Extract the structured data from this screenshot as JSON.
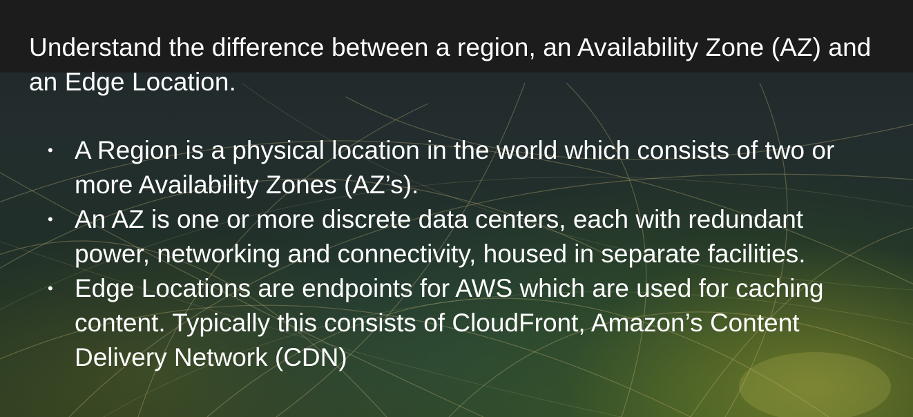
{
  "slide": {
    "title": "Understand the difference between a region, an Availability Zone (AZ) and an Edge Location.",
    "bullets": [
      {
        "text": "A Region is a physical location in the world which consists of two or more Availability Zones (AZ’s)."
      },
      {
        "text": "An AZ is one or more discrete data centers, each with redundant power, networking and connectivity, housed in separate facilities."
      },
      {
        "text": "Edge Locations are endpoints for AWS which are used for caching content. Typically this consists of CloudFront, Amazon’s Content Delivery Network (CDN)"
      }
    ],
    "bullet_glyph": "•"
  },
  "background": {
    "description_icon": "globe-network-icon",
    "line_color": "#c9b47a"
  }
}
